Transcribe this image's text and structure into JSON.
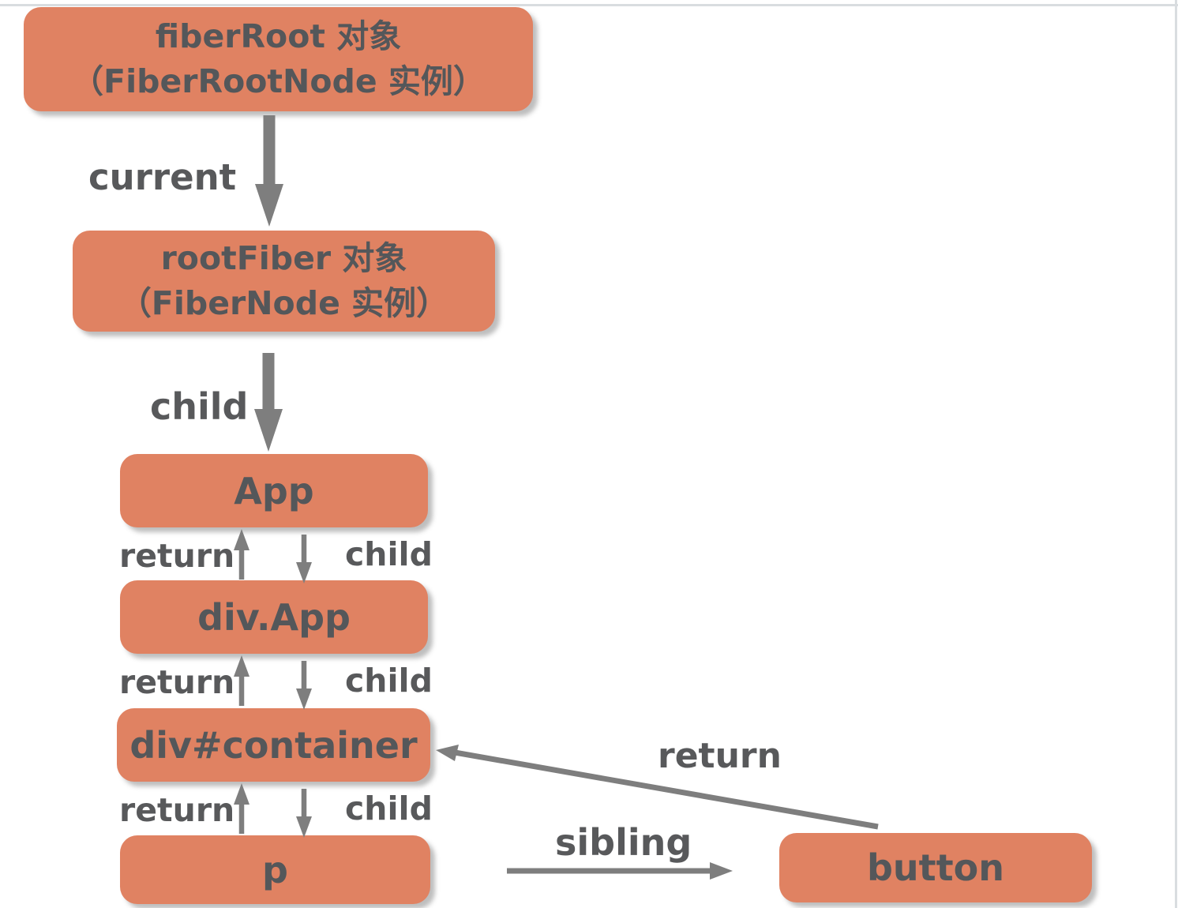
{
  "diagram": {
    "title": "React Fiber tree structure diagram",
    "nodes": {
      "fiberRoot": {
        "line1": "fiberRoot 对象",
        "line2": "（FiberRootNode 实例）"
      },
      "rootFiber": {
        "line1": "rootFiber 对象",
        "line2": "（FiberNode 实例）"
      },
      "app": {
        "label": "App"
      },
      "divApp": {
        "label": "div.App"
      },
      "divContainer": {
        "label": "div#container"
      },
      "p": {
        "label": "p"
      },
      "button": {
        "label": "button"
      }
    },
    "edges": {
      "current": "current",
      "child_root": "child",
      "return_a": "return",
      "child_a": "child",
      "return_b": "return",
      "child_b": "child",
      "return_c": "return",
      "child_c": "child",
      "sibling": "sibling",
      "return_diag": "return"
    },
    "colors": {
      "node_fill": "#E08262",
      "node_text": "#54575A",
      "label_text": "#58595B",
      "arrow": "#7E7E7E",
      "hairline": "#D9DDE0"
    }
  }
}
